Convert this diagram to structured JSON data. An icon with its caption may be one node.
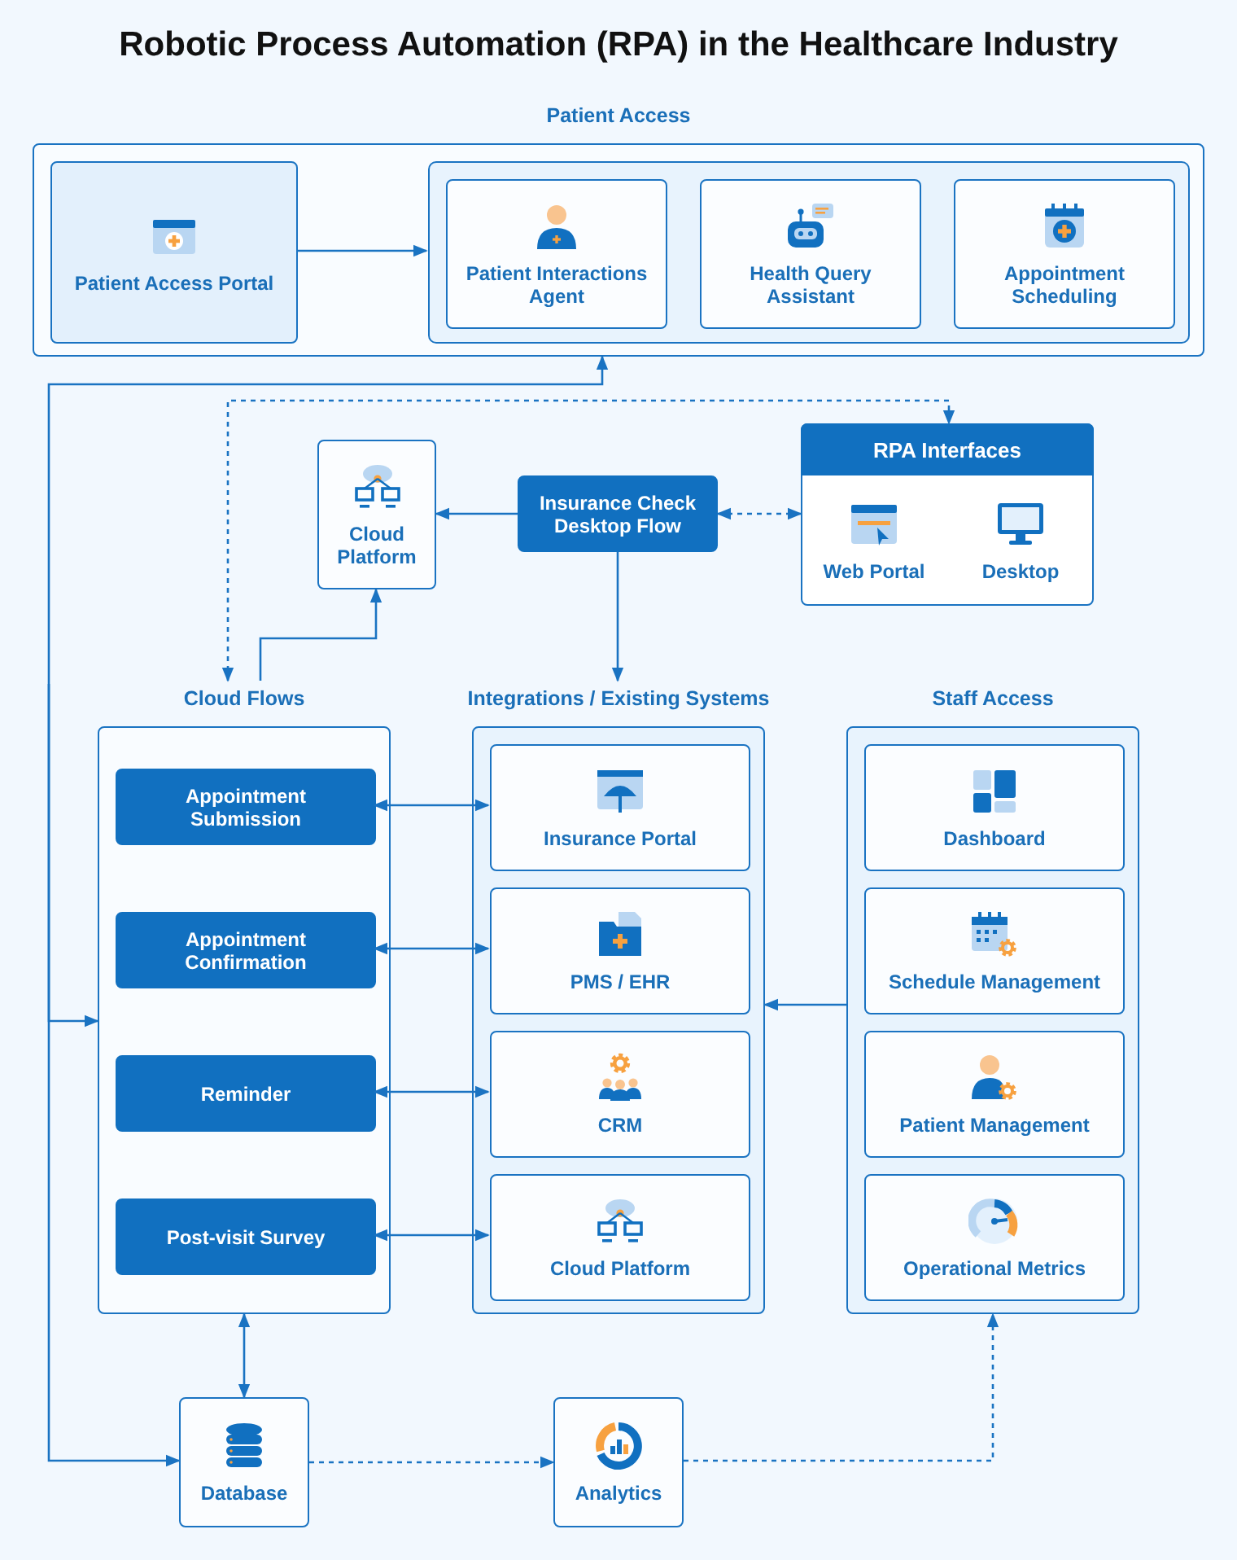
{
  "diagram": {
    "title": "Robotic Process Automation (RPA) in the Healthcare Industry",
    "nodes": [
      {
        "text": [
          "Patient Access"
        ]
      },
      {
        "text": [
          "Patient Access Portal"
        ],
        "in": 0
      },
      {
        "text": [],
        "shape": "box",
        "in": 0
      },
      {
        "text": [
          "Patient Interactions Agent"
        ],
        "in": 2
      },
      {
        "text": [
          "Health Query Assistant"
        ],
        "in": 2
      },
      {
        "text": [
          "Appointment Scheduling"
        ],
        "in": 2
      },
      {
        "text": [
          "Cloud Platform"
        ]
      },
      {
        "text": [
          "Insurance Check Desktop Flow"
        ]
      },
      {
        "text": [
          "RPA Interfaces"
        ]
      },
      {
        "text": [
          "Web Portal"
        ],
        "in": 8
      },
      {
        "text": [
          "Desktop"
        ],
        "in": 8
      },
      {
        "text": [
          "Cloud Flows"
        ]
      },
      {
        "text": [
          "Appointment Submission"
        ],
        "in": 11
      },
      {
        "text": [
          "Appointment Confirmation"
        ],
        "in": 11
      },
      {
        "text": [
          "Reminder"
        ],
        "in": 11
      },
      {
        "text": [
          "Post-visit Survey"
        ],
        "in": 11
      },
      {
        "text": [
          "Integrations / Existing Systems"
        ]
      },
      {
        "text": [
          "Insurance Portal"
        ],
        "in": 16
      },
      {
        "text": [
          "PMS / EHR"
        ],
        "in": 16
      },
      {
        "text": [
          "CRM"
        ],
        "in": 16
      },
      {
        "text": [
          "Cloud Platform"
        ],
        "in": 16
      },
      {
        "text": [
          "Staff Access"
        ]
      },
      {
        "text": [
          "Dashboard"
        ],
        "in": 21
      },
      {
        "text": [
          "Schedule Management"
        ],
        "in": 21
      },
      {
        "text": [
          "Patient Management"
        ],
        "in": 21
      },
      {
        "text": [
          "Operational Metrics"
        ],
        "in": 21
      },
      {
        "text": [
          "Database"
        ]
      },
      {
        "text": [
          "Analytics"
        ]
      }
    ],
    "edges": [
      {
        "from": 1,
        "to": 2,
        "arrow": "to"
      },
      {
        "from": 7,
        "to": 6,
        "arrow": "to"
      },
      {
        "from": 7,
        "to": 8,
        "arrow": "both",
        "style": "dashed"
      },
      {
        "from": 11,
        "to": 8,
        "arrow": "both",
        "style": "dashed"
      },
      {
        "from": 11,
        "to": 6,
        "arrow": "to"
      },
      {
        "from": 7,
        "to": 16,
        "arrow": "to"
      },
      {
        "from": 12,
        "to": 17,
        "arrow": "both"
      },
      {
        "from": 13,
        "to": 18,
        "arrow": "both"
      },
      {
        "from": 14,
        "to": 19,
        "arrow": "both"
      },
      {
        "from": 15,
        "to": 20,
        "arrow": "both"
      },
      {
        "from": 21,
        "to": 16,
        "arrow": "to"
      },
      {
        "from": 11,
        "to": 26,
        "arrow": "both"
      },
      {
        "from": 26,
        "to": 27,
        "arrow": "to",
        "style": "dashed"
      },
      {
        "from": 27,
        "to": 21,
        "arrow": "to",
        "style": "dashed"
      },
      {
        "from": null,
        "to": 0,
        "arrow": "to"
      },
      {
        "from": null,
        "to": 11,
        "arrow": "to"
      },
      {
        "from": null,
        "to": 26,
        "arrow": "to"
      }
    ]
  }
}
